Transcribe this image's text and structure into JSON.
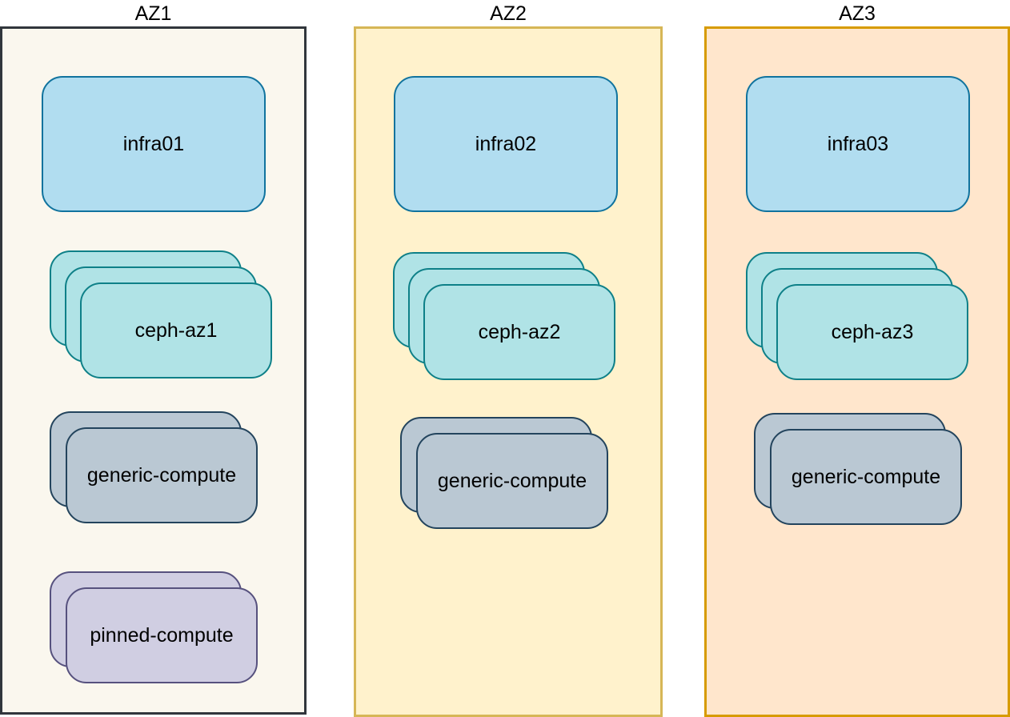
{
  "diagram": {
    "type": "availability-zone-topology",
    "background": "#ffffff",
    "node_palette": {
      "infra": {
        "fill": "#B1DDF0",
        "border": "#10739E"
      },
      "ceph": {
        "fill": "#B0E3E6",
        "border": "#0E8088"
      },
      "generic": {
        "fill": "#BAC8D3",
        "border": "#23445D"
      },
      "pinned": {
        "fill": "#D0CEE2",
        "border": "#56517E"
      }
    }
  },
  "zones": [
    {
      "id": "az1",
      "title": "AZ1",
      "fill": "#FAF7EE",
      "border": "#31363C",
      "nodes": [
        {
          "label": "infra01",
          "type": "infra",
          "count": 1
        },
        {
          "label": "ceph-az1",
          "type": "ceph",
          "count": 3
        },
        {
          "label": "generic-compute",
          "type": "generic",
          "count": 2
        },
        {
          "label": "pinned-compute",
          "type": "pinned",
          "count": 2
        }
      ]
    },
    {
      "id": "az2",
      "title": "AZ2",
      "fill": "#FFF2CC",
      "border": "#D6B656",
      "nodes": [
        {
          "label": "infra02",
          "type": "infra",
          "count": 1
        },
        {
          "label": "ceph-az2",
          "type": "ceph",
          "count": 3
        },
        {
          "label": "generic-compute",
          "type": "generic",
          "count": 2
        }
      ]
    },
    {
      "id": "az3",
      "title": "AZ3",
      "fill": "#FFE6CC",
      "border": "#D79B00",
      "nodes": [
        {
          "label": "infra03",
          "type": "infra",
          "count": 1
        },
        {
          "label": "ceph-az3",
          "type": "ceph",
          "count": 3
        },
        {
          "label": "generic-compute",
          "type": "generic",
          "count": 2
        }
      ]
    }
  ]
}
